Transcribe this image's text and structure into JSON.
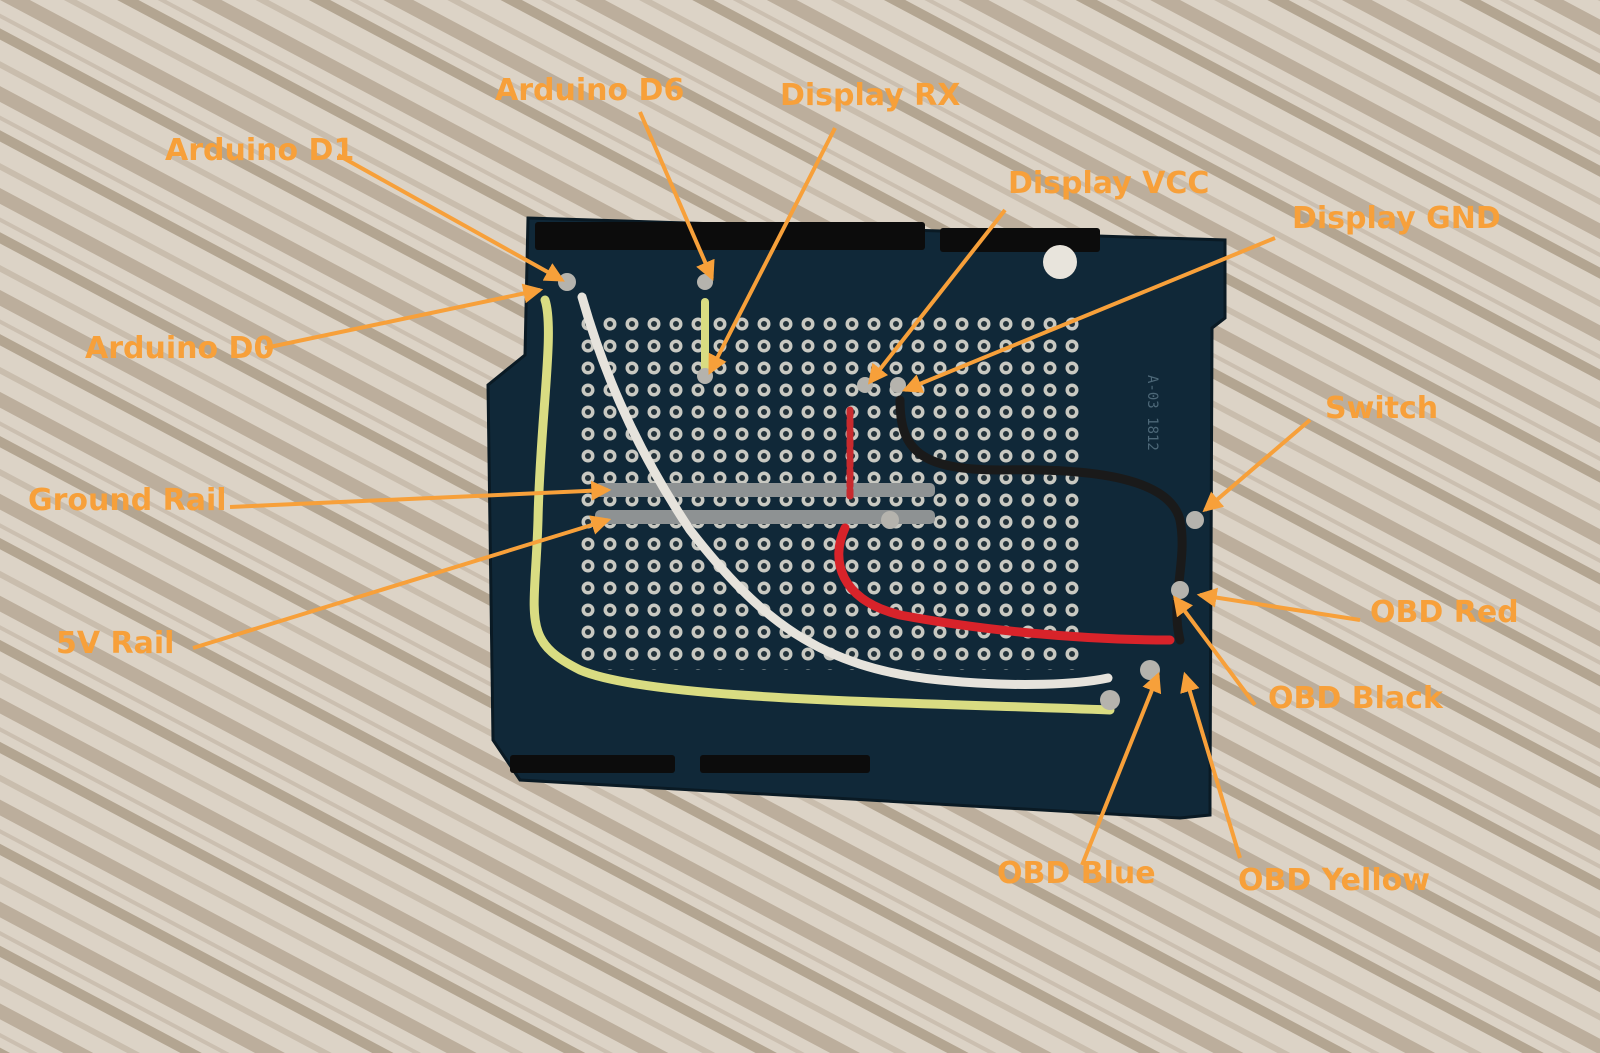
{
  "annotations": {
    "arduino_d6": "Arduino D6",
    "display_rx": "Display RX",
    "arduino_d1": "Arduino D1",
    "display_vcc": "Display VCC",
    "display_gnd": "Display GND",
    "arduino_d0": "Arduino D0",
    "switch": "Switch",
    "ground_rail": "Ground Rail",
    "obd_red": "OBD Red",
    "five_v_rail": "5V Rail",
    "obd_black": "OBD Black",
    "obd_blue": "OBD Blue",
    "obd_yellow": "OBD Yellow"
  },
  "board_marking": "A-03 1812",
  "colors": {
    "label": "#f7a03a",
    "board": "#0f2636",
    "fabric_light": "#ddd3c6",
    "fabric_dark": "#b8ab9a",
    "wire_yellow": "#d9dc82",
    "wire_white": "#e6e3dc",
    "wire_red": "#d8232a",
    "wire_black": "#1a1a1a"
  }
}
